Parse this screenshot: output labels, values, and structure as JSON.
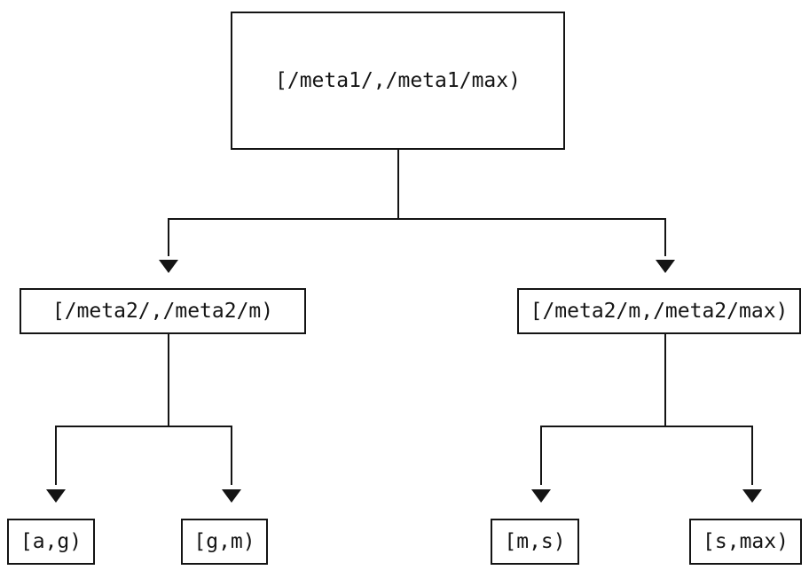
{
  "diagram": {
    "type": "tree",
    "nodes": [
      {
        "id": "root",
        "label": "[/meta1/,/meta1/max)"
      },
      {
        "id": "meta2-low",
        "label": "[/meta2/,/meta2/m)"
      },
      {
        "id": "meta2-high",
        "label": "[/meta2/m,/meta2/max)"
      },
      {
        "id": "leaf-ag",
        "label": "[a,g)"
      },
      {
        "id": "leaf-gm",
        "label": "[g,m)"
      },
      {
        "id": "leaf-ms",
        "label": "[m,s)"
      },
      {
        "id": "leaf-smax",
        "label": "[s,max)"
      }
    ],
    "edges": [
      {
        "from": "root",
        "to": "meta2-low"
      },
      {
        "from": "root",
        "to": "meta2-high"
      },
      {
        "from": "meta2-low",
        "to": "leaf-ag"
      },
      {
        "from": "meta2-low",
        "to": "leaf-gm"
      },
      {
        "from": "meta2-high",
        "to": "leaf-ms"
      },
      {
        "from": "meta2-high",
        "to": "leaf-smax"
      }
    ],
    "colors": {
      "line": "#141414",
      "box_border": "#141414",
      "box_fill": "#ffffff",
      "text": "#141414",
      "background": "#ffffff"
    }
  }
}
